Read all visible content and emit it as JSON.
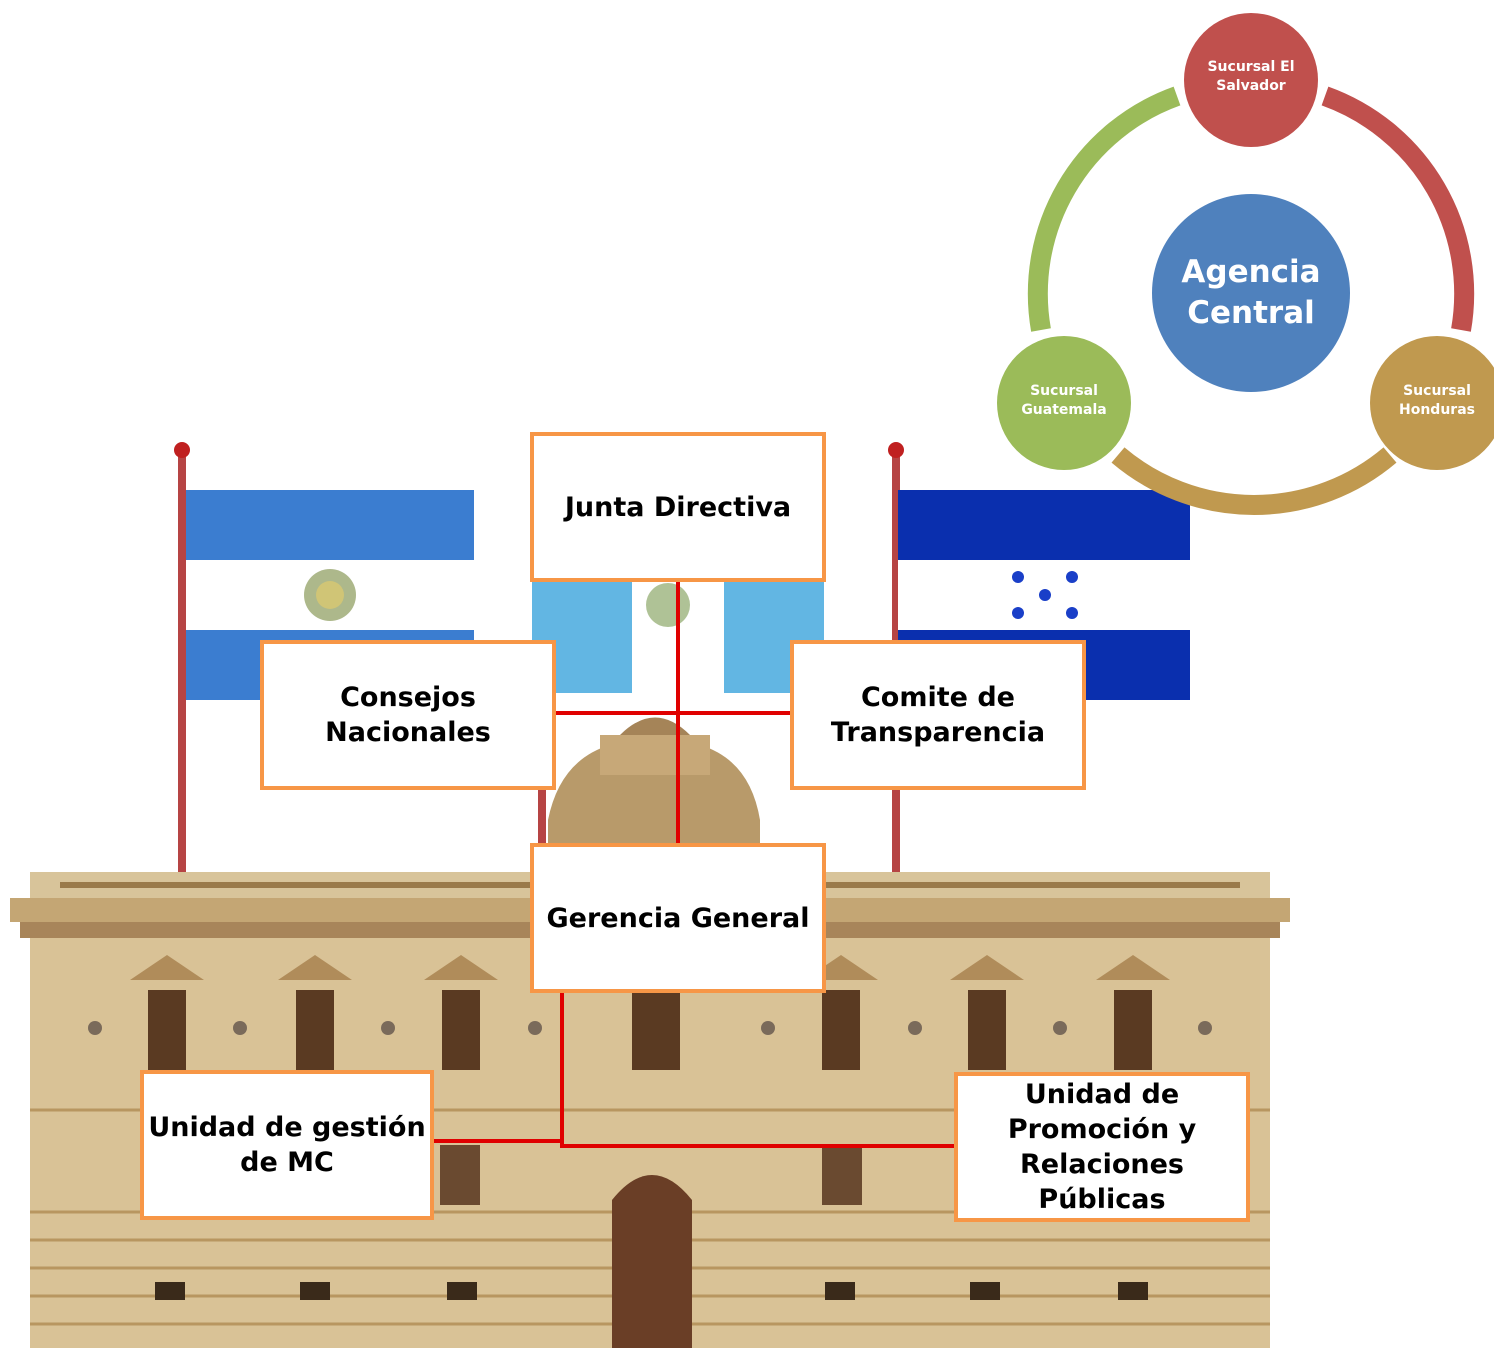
{
  "org_chart": {
    "junta": "Junta Directiva",
    "consejos": "Consejos Nacionales",
    "comite": "Comite de Transparencia",
    "gerencia": "Gerencia General",
    "unidad_gestion": "Unidad de gestión de MC",
    "unidad_promocion": "Unidad de Promoción y Relaciones Públicas"
  },
  "cycle": {
    "center": "Agencia Central",
    "el_salvador": "Sucursal El Salvador",
    "honduras": "Sucursal Honduras",
    "guatemala": "Sucursal Guatemala"
  },
  "colors": {
    "box_border": "#f79646",
    "connector": "#e00000",
    "center": "#4f81bd",
    "el_salvador": "#c0504d",
    "honduras": "#c0994f",
    "guatemala": "#9bbb59"
  }
}
